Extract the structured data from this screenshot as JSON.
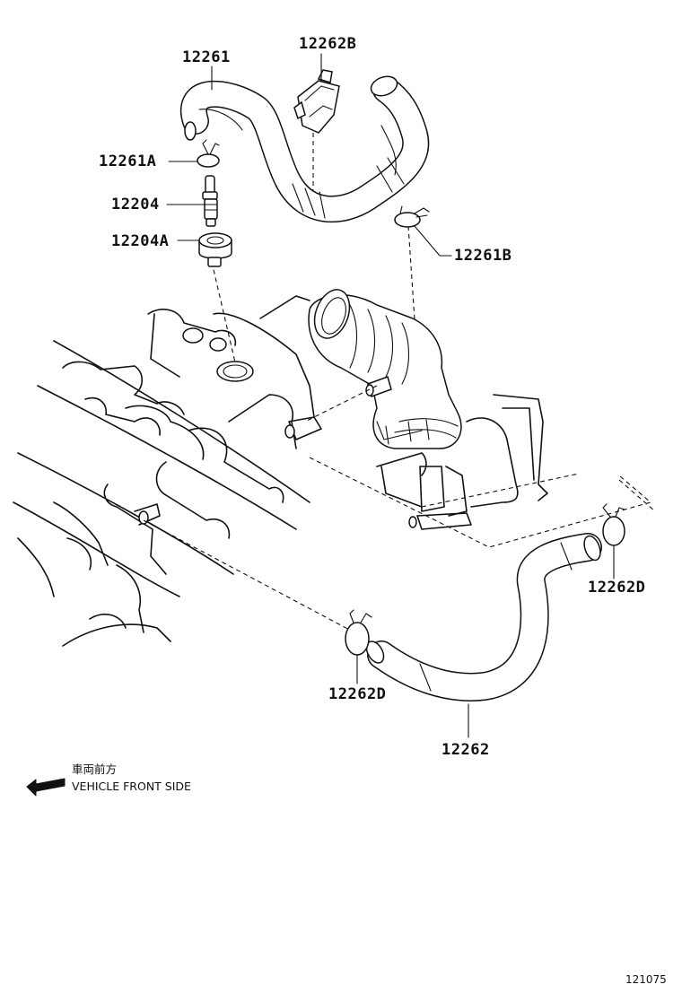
{
  "callouts": {
    "hose_upper": "12261",
    "clamp_upper": "12262B",
    "clip_a": "12261A",
    "pcv_valve": "12204",
    "grommet": "12204A",
    "clip_b": "12261B",
    "clip_d_right": "12262D",
    "clip_d_left": "12262D",
    "hose_lower": "12262"
  },
  "orientation": {
    "text_jp": "車両前方",
    "text_en": "VEHICLE FRONT SIDE",
    "arrow_icon": "arrow-left-icon"
  },
  "figure_code": "121075"
}
